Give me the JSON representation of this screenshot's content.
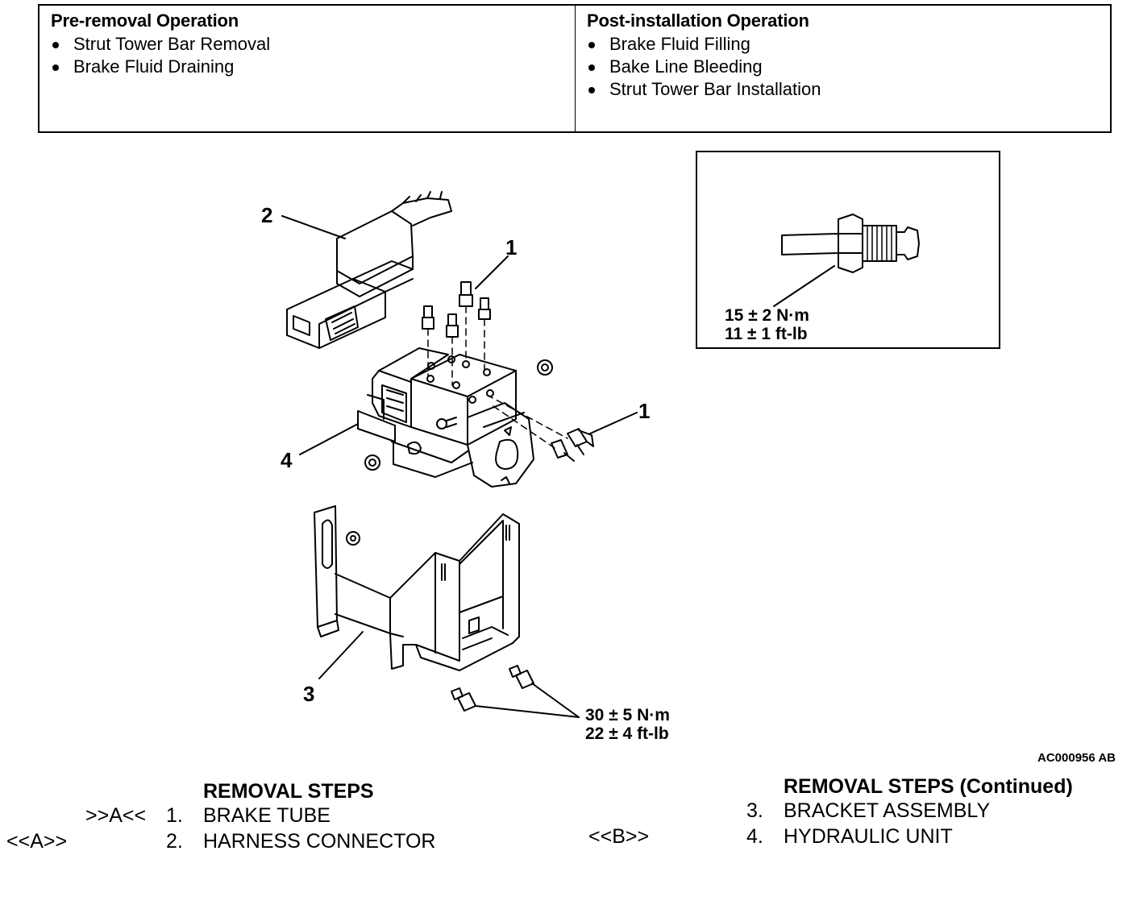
{
  "operations": {
    "pre_removal": {
      "title": "Pre-removal Operation",
      "items": [
        "Strut Tower Bar Removal",
        "Brake Fluid Draining"
      ]
    },
    "post_installation": {
      "title": "Post-installation Operation",
      "items": [
        "Brake Fluid Filling",
        "Bake Line Bleeding",
        "Strut Tower Bar Installation"
      ]
    }
  },
  "diagram": {
    "callouts": [
      "2",
      "1",
      "1",
      "4",
      "3"
    ],
    "inset_torque": [
      "15 ± 2 N·m",
      "11 ± 1 ft-lb"
    ],
    "bolt_torque": [
      "30 ± 5 N·m",
      "22 ± 4 ft-lb"
    ],
    "figure_code": "AC000956 AB"
  },
  "removal_steps": {
    "heading": "REMOVAL STEPS",
    "heading_continued": "REMOVAL STEPS (Continued)",
    "steps": [
      {
        "marker": ">>A<<",
        "note": "",
        "number": "1.",
        "label": "BRAKE TUBE"
      },
      {
        "marker": "",
        "note": "<<A>>",
        "number": "2.",
        "label": "HARNESS CONNECTOR"
      },
      {
        "marker": "",
        "note": "",
        "number": "3.",
        "label": "BRACKET ASSEMBLY"
      },
      {
        "marker": "",
        "note": "<<B>>",
        "number": "4.",
        "label": "HYDRAULIC UNIT"
      }
    ]
  }
}
